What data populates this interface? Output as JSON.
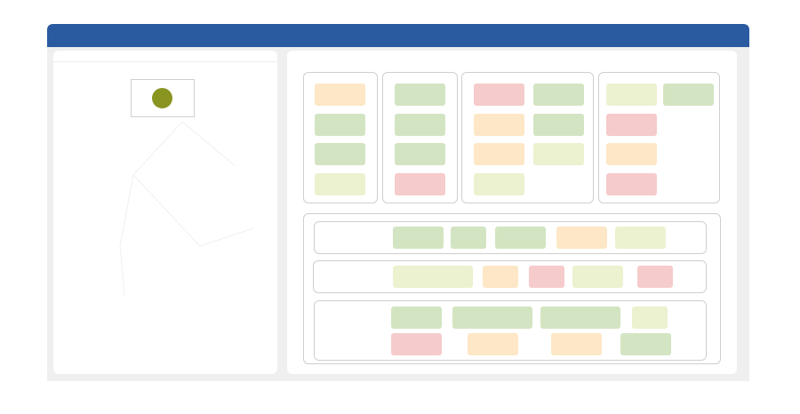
{
  "app": {
    "title": "",
    "accent": "#2a5ba0",
    "card_colors": {
      "green": "#d3e4c2",
      "yellow": "#ecf1cf",
      "orange": "#fde7c6",
      "red": "#f6cbcb"
    }
  },
  "sidebar": {
    "avatar_icon": "user-avatar-icon",
    "avatar_color": "#8a9421"
  },
  "board": {
    "columns": [
      {
        "cards": [
          "orange",
          "green",
          "green",
          "yellow"
        ]
      },
      {
        "cards": [
          "green",
          "green",
          "green",
          "red"
        ]
      },
      {
        "cards": [
          "red",
          "green",
          "orange",
          "green",
          "orange",
          "yellow",
          "yellow"
        ]
      },
      {
        "cards": [
          "yellow",
          "green",
          "red",
          "orange",
          "red"
        ]
      }
    ],
    "lanes": [
      {
        "cards": [
          "green",
          "green",
          "green",
          "orange",
          "yellow"
        ]
      },
      {
        "cards": [
          "yellow",
          "orange",
          "red",
          "yellow",
          "red"
        ]
      },
      {
        "cards": [
          "green",
          "green",
          "green",
          "yellow",
          "red",
          "orange",
          "orange",
          "green"
        ]
      }
    ]
  }
}
